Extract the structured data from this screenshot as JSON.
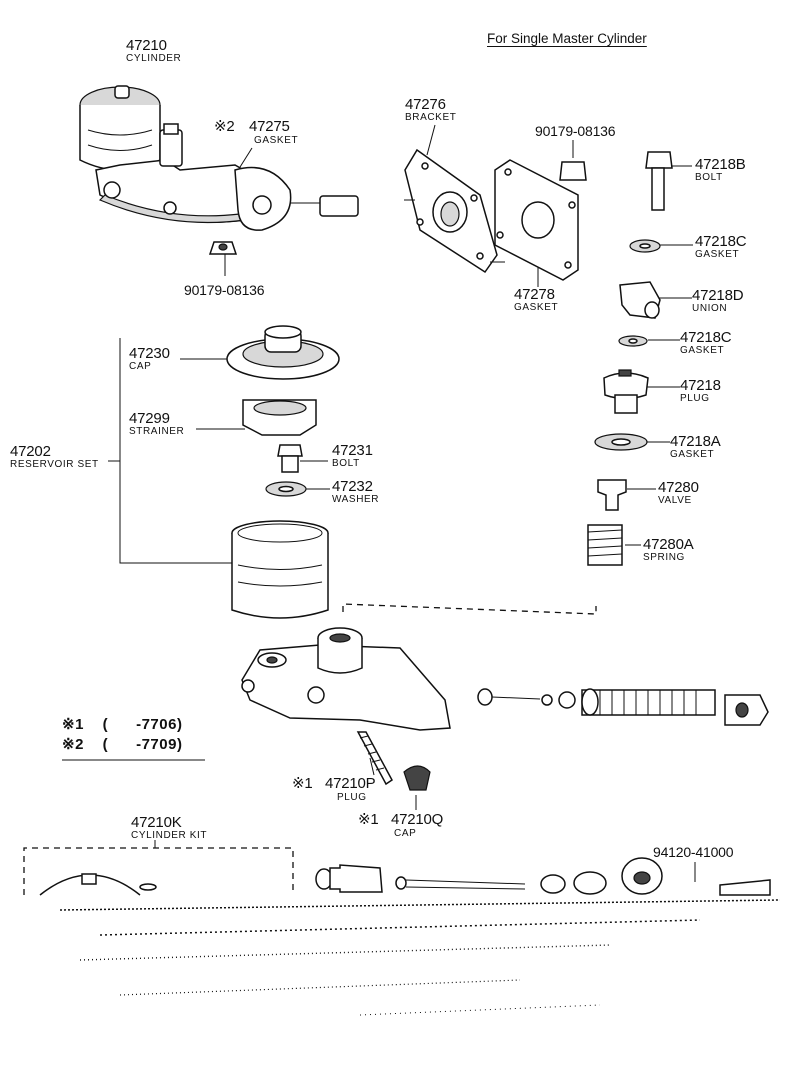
{
  "title": "For Single Master Cylinder",
  "parts": [
    {
      "id": "p47210",
      "number": "47210",
      "name": "CYLINDER",
      "prefix": ""
    },
    {
      "id": "p47275",
      "number": "47275",
      "name": "GASKET",
      "prefix": "※2"
    },
    {
      "id": "p90179a",
      "number": "90179-08136",
      "name": "",
      "prefix": ""
    },
    {
      "id": "p47276",
      "number": "47276",
      "name": "BRACKET",
      "prefix": ""
    },
    {
      "id": "p90179b",
      "number": "90179-08136",
      "name": "",
      "prefix": ""
    },
    {
      "id": "p47278",
      "number": "47278",
      "name": "GASKET",
      "prefix": ""
    },
    {
      "id": "p47218B",
      "number": "47218B",
      "name": "BOLT",
      "prefix": ""
    },
    {
      "id": "p47218C1",
      "number": "47218C",
      "name": "GASKET",
      "prefix": ""
    },
    {
      "id": "p47218D",
      "number": "47218D",
      "name": "UNION",
      "prefix": ""
    },
    {
      "id": "p47218C2",
      "number": "47218C",
      "name": "GASKET",
      "prefix": ""
    },
    {
      "id": "p47218",
      "number": "47218",
      "name": "PLUG",
      "prefix": ""
    },
    {
      "id": "p47218A",
      "number": "47218A",
      "name": "GASKET",
      "prefix": ""
    },
    {
      "id": "p47280",
      "number": "47280",
      "name": "VALVE",
      "prefix": ""
    },
    {
      "id": "p47280A",
      "number": "47280A",
      "name": "SPRING",
      "prefix": ""
    },
    {
      "id": "p47230",
      "number": "47230",
      "name": "CAP",
      "prefix": ""
    },
    {
      "id": "p47299",
      "number": "47299",
      "name": "STRAINER",
      "prefix": ""
    },
    {
      "id": "p47202",
      "number": "47202",
      "name": "RESERVOIR SET",
      "prefix": ""
    },
    {
      "id": "p47231",
      "number": "47231",
      "name": "BOLT",
      "prefix": ""
    },
    {
      "id": "p47232",
      "number": "47232",
      "name": "WASHER",
      "prefix": ""
    },
    {
      "id": "p47210P",
      "number": "47210P",
      "name": "PLUG",
      "prefix": "※1"
    },
    {
      "id": "p47210Q",
      "number": "47210Q",
      "name": "CAP",
      "prefix": "※1"
    },
    {
      "id": "p47210K",
      "number": "47210K",
      "name": "CYLINDER KIT",
      "prefix": ""
    },
    {
      "id": "p94120",
      "number": "94120-41000",
      "name": "",
      "prefix": ""
    }
  ],
  "notes": [
    {
      "mark": "※1",
      "range": "(      -7706)"
    },
    {
      "mark": "※2",
      "range": "(      -7709)"
    }
  ]
}
